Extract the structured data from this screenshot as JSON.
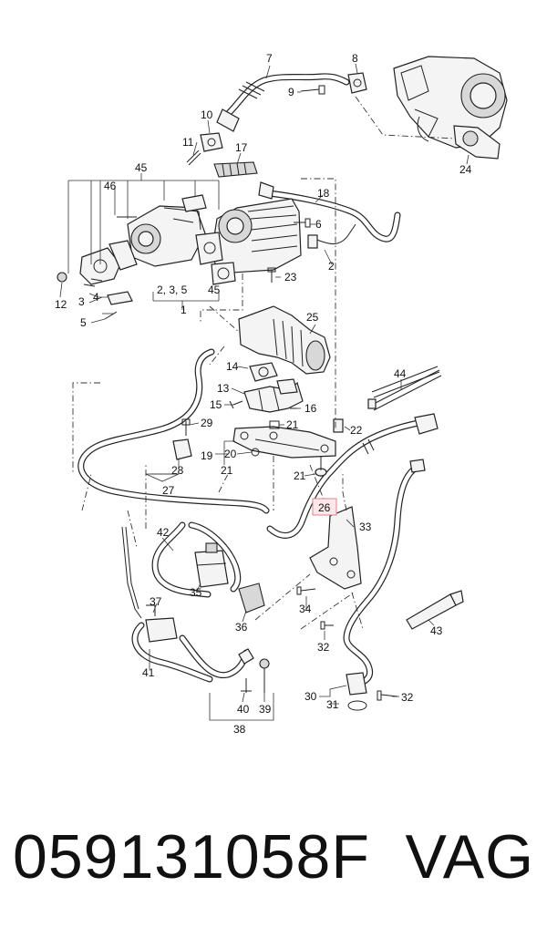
{
  "diagram": {
    "callouts": {
      "c1": "1",
      "c2": "2",
      "c3": "3",
      "c4": "4",
      "c5": "5",
      "c6": "6",
      "c7": "7",
      "c8": "8",
      "c9": "9",
      "c10": "10",
      "c11": "11",
      "c12": "12",
      "c13": "13",
      "c14": "14",
      "c15": "15",
      "c16": "16",
      "c17": "17",
      "c18": "18",
      "c19": "19",
      "c20": "20",
      "c21a": "21",
      "c21b": "21",
      "c21c": "21",
      "c22": "22",
      "c23": "23",
      "c24": "24",
      "c25": "25",
      "c26": "26",
      "c27": "27",
      "c28": "28",
      "c29": "29",
      "c30": "30",
      "c31": "31",
      "c32a": "32",
      "c32b": "32",
      "c33": "33",
      "c34": "34",
      "c35": "35",
      "c36": "36",
      "c37": "37",
      "c38": "38",
      "c39": "39",
      "c40": "40",
      "c41": "41",
      "c42": "42",
      "c43": "43",
      "c44": "44",
      "c45a": "45",
      "c45b": "45",
      "c46": "46",
      "c235": "2, 3, 5"
    },
    "highlight_color": "#fde7ea"
  },
  "footer": {
    "part_number": "059131058F",
    "brand": "VAG"
  }
}
